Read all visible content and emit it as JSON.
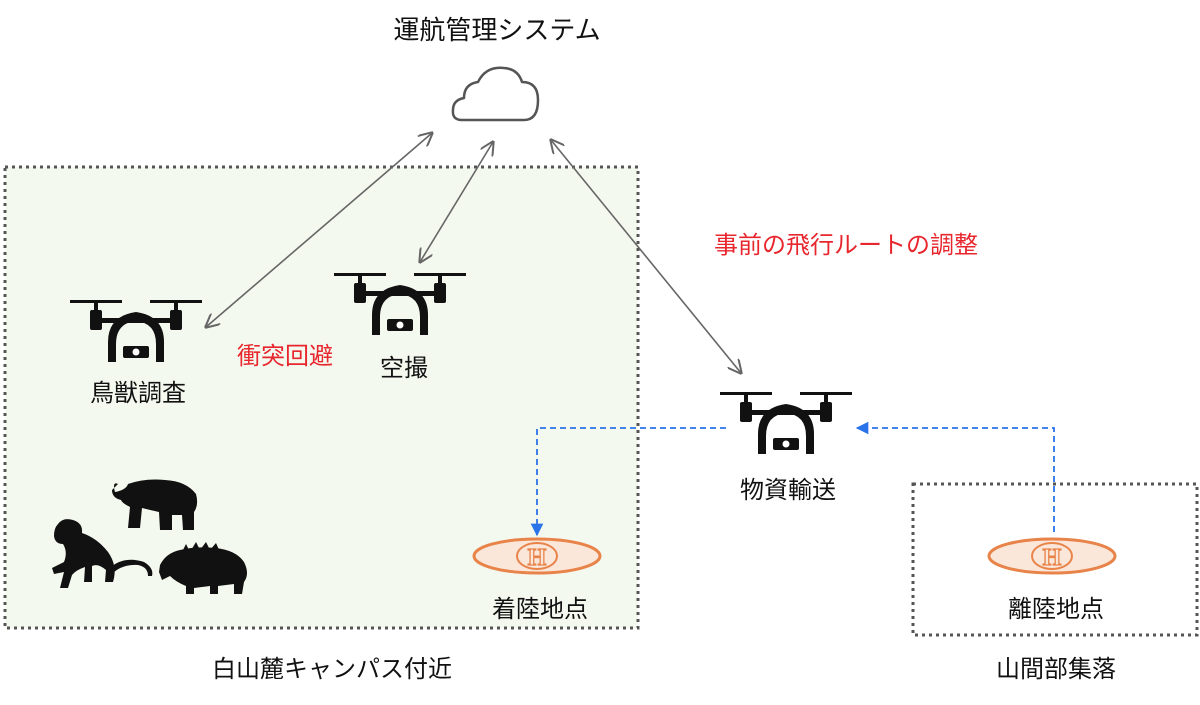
{
  "diagram": {
    "system_title": "運航管理システム",
    "campus_area_label": "白山麓キャンパス付近",
    "village_area_label": "山間部集落",
    "drones": {
      "wildlife_survey": "鳥獣調査",
      "aerial_photo": "空撮",
      "cargo_transport": "物資輸送"
    },
    "annotations": {
      "collision_avoidance": "衝突回避",
      "route_coordination": "事前の飛行ルートの調整"
    },
    "landing_site_label": "着陸地点",
    "takeoff_site_label": "離陸地点",
    "helipad_letter": "H",
    "animal_icons": [
      "bear-icon",
      "monkey-icon",
      "boar-icon"
    ],
    "colors": {
      "campus_area_fill": "#f4f9ef",
      "area_border": "#555555",
      "annotation_red": "#e8262e",
      "helipad_stroke": "#e8844a",
      "helipad_fill": "#fbe7da",
      "dashed_route": "#2a73e8",
      "comm_arrow": "#666666"
    }
  }
}
